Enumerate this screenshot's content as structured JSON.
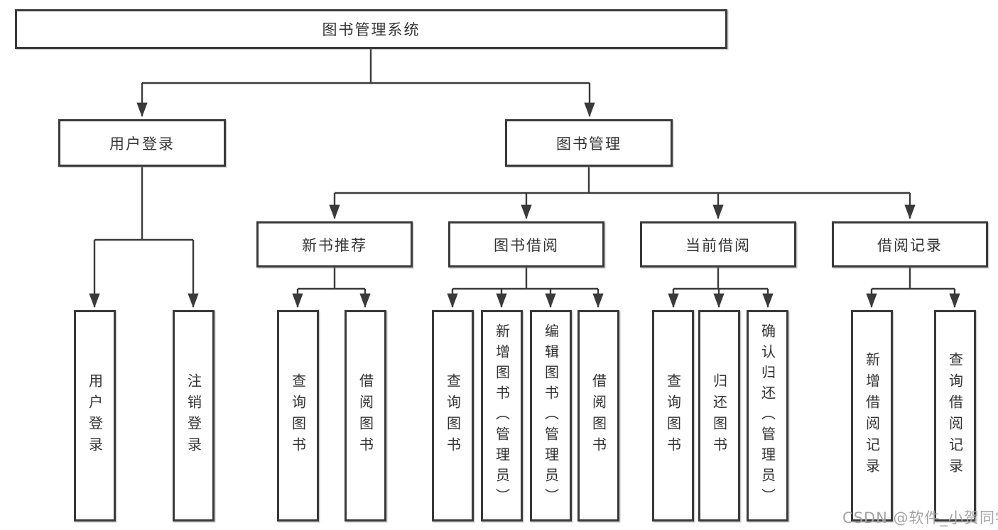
{
  "colors": {
    "line": "#3a3a3a",
    "box_border": "#383838",
    "text": "#333333",
    "watermark": "#a4a4a4",
    "background": "#ffffff"
  },
  "tree": {
    "root": {
      "label": "图书管理系统"
    },
    "children": [
      {
        "label": "用户登录",
        "children": [
          {
            "label": "用户登录"
          },
          {
            "label": "注销登录"
          }
        ]
      },
      {
        "label": "图书管理",
        "children": [
          {
            "label": "新书推荐",
            "children": [
              {
                "label": "查询图书"
              },
              {
                "label": "借阅图书"
              }
            ]
          },
          {
            "label": "图书借阅",
            "children": [
              {
                "label": "查询图书"
              },
              {
                "label": "新增图书（管理员）"
              },
              {
                "label": "编辑图书（管理员）"
              },
              {
                "label": "借阅图书"
              }
            ]
          },
          {
            "label": "当前借阅",
            "children": [
              {
                "label": "查询图书"
              },
              {
                "label": "归还图书"
              },
              {
                "label": "确认归还（管理员）"
              }
            ]
          },
          {
            "label": "借阅记录",
            "children": [
              {
                "label": "新增借阅记录"
              },
              {
                "label": "查询借阅记录"
              }
            ]
          }
        ]
      }
    ]
  },
  "watermark": {
    "text": "CSDN @软件_小贺同学"
  }
}
